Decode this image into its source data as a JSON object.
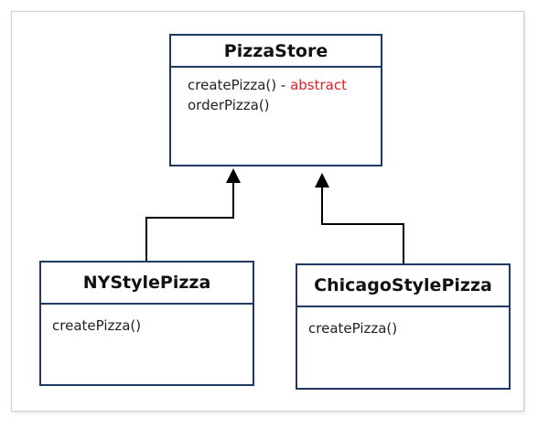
{
  "diagram": {
    "classes": [
      {
        "id": "pizzastore",
        "name": "PizzaStore",
        "methods": [
          {
            "text": "createPizza() - ",
            "keyword": "abstract"
          },
          {
            "text": "orderPizza()",
            "keyword": ""
          }
        ]
      },
      {
        "id": "nystyle",
        "name": "NYStylePizza",
        "methods": [
          {
            "text": "createPizza()",
            "keyword": ""
          }
        ]
      },
      {
        "id": "chicagostyle",
        "name": "ChicagoStylePizza",
        "methods": [
          {
            "text": "createPizza()",
            "keyword": ""
          }
        ]
      }
    ],
    "relations": [
      {
        "from": "nystyle",
        "to": "pizzastore",
        "type": "inheritance"
      },
      {
        "from": "chicagostyle",
        "to": "pizzastore",
        "type": "inheritance"
      }
    ],
    "colors": {
      "border": "#1f3864",
      "keyword": "#e0202a",
      "connector": "#000000"
    }
  }
}
